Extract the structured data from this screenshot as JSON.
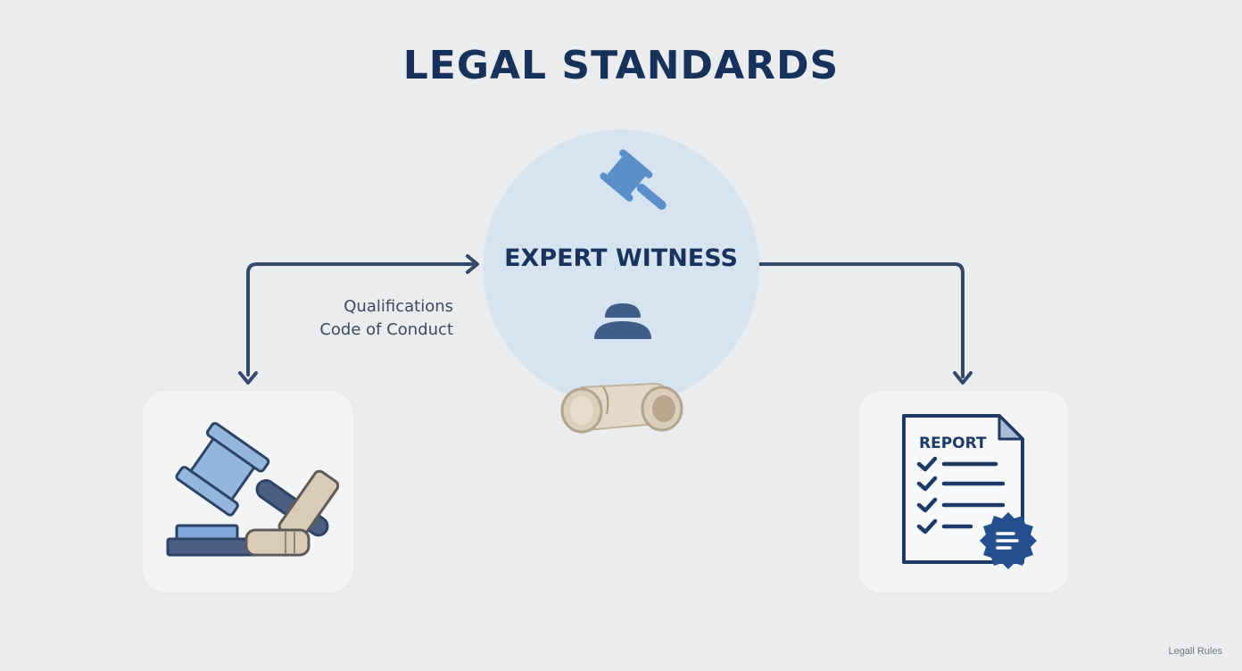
{
  "diagram": {
    "title": "LEGAL STANDARDS",
    "center_node": {
      "label": "EXPERT WITNESS",
      "icons": [
        "gavel-icon",
        "person-bust-icon",
        "scroll-icon"
      ]
    },
    "edge_labels": {
      "left_branch": [
        "Qualifications",
        "Code of Conduct"
      ]
    },
    "nodes": [
      {
        "id": "left",
        "icon": "gavel-and-scrolls-icon"
      },
      {
        "id": "right",
        "icon": "report-checklist-icon",
        "report_label": "REPORT"
      }
    ],
    "edges": [
      {
        "from": "left-card",
        "to": "expert-witness",
        "direction": "bidirectional"
      },
      {
        "from": "expert-witness",
        "to": "right-card",
        "direction": "forward"
      }
    ],
    "footer": "Legall Rules"
  },
  "colors": {
    "background": "#ebecee",
    "title": "#16325a",
    "hub": "#d6e3f1",
    "connector": "#34496b",
    "accent_blue": "#5b8fc9",
    "parchment": "#d9cbb5"
  }
}
